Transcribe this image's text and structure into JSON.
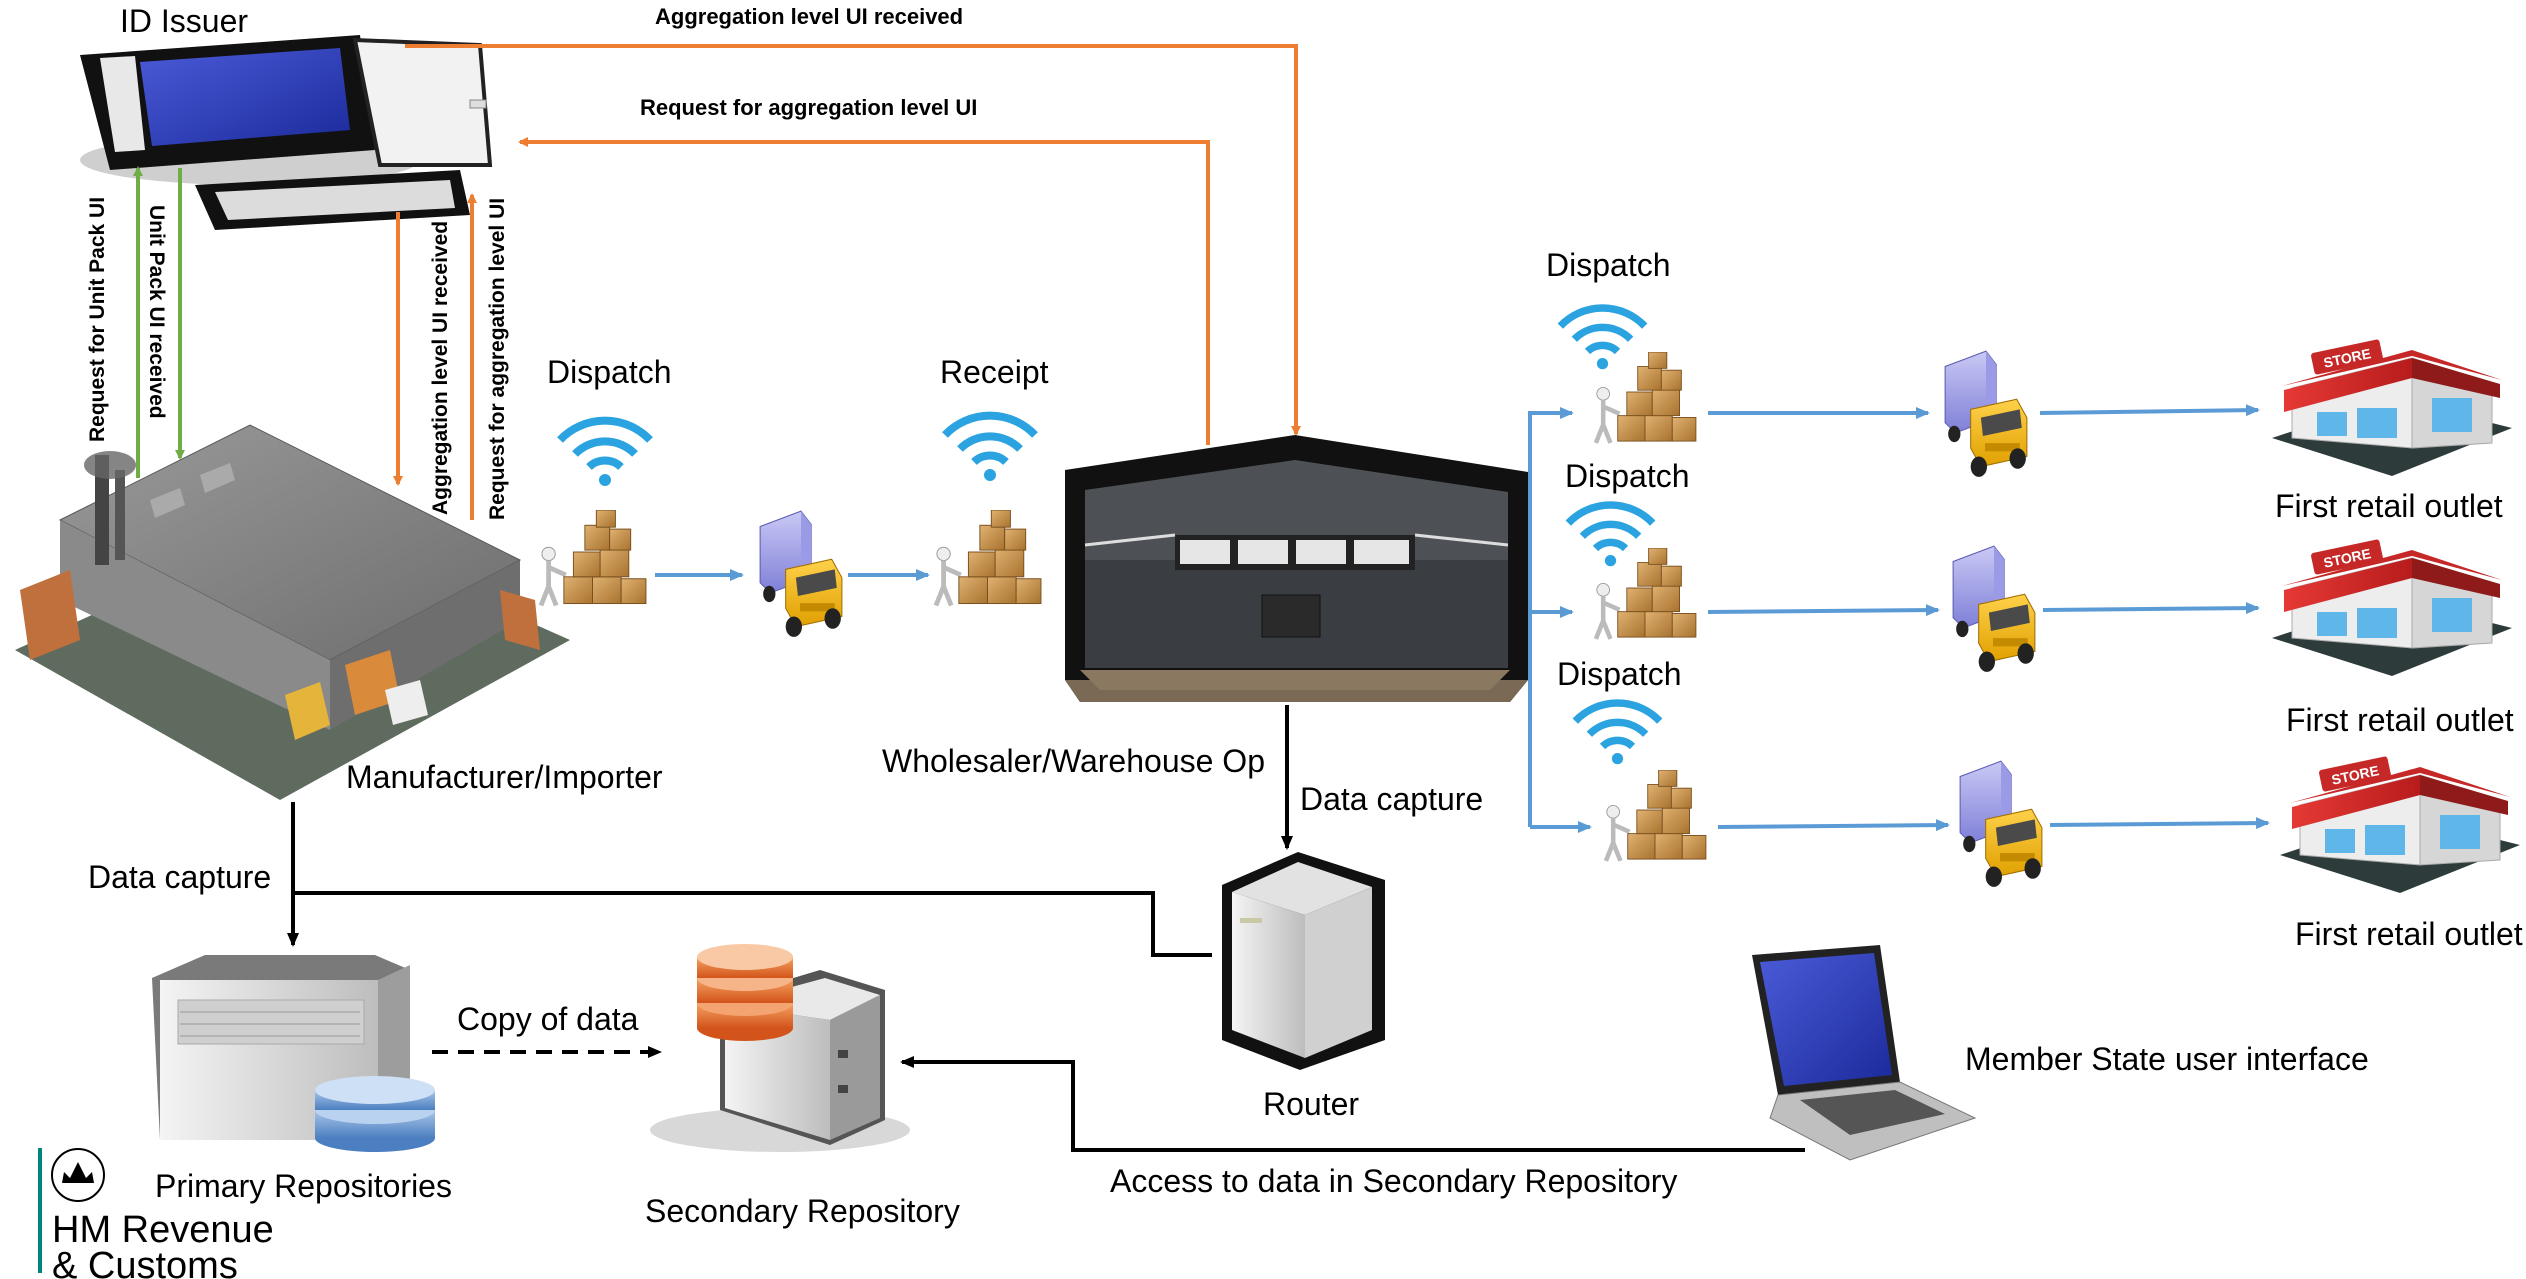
{
  "labels": {
    "id_issuer": "ID Issuer",
    "agg_received_top": "Aggregation level UI received",
    "agg_request_top": "Request for aggregation level UI",
    "req_unit_pack": "Request for Unit Pack UI",
    "unit_pack_received": "Unit Pack UI received",
    "agg_received_vert": "Aggregation level UI received",
    "agg_request_vert": "Request for aggregation level UI",
    "dispatch_1": "Dispatch",
    "receipt": "Receipt",
    "manufacturer": "Manufacturer/Importer",
    "wholesaler": "Wholesaler/Warehouse Op",
    "dispatch_2": "Dispatch",
    "dispatch_3": "Dispatch",
    "dispatch_4": "Dispatch",
    "retail_1": "First retail outlet",
    "retail_2": "First retail outlet",
    "retail_3": "First retail outlet",
    "data_capture_left": "Data capture",
    "data_capture_right": "Data capture",
    "router": "Router",
    "copy_of_data": "Copy of data",
    "primary_repos": "Primary Repositories",
    "secondary_repo": "Secondary Repository",
    "access_secondary": "Access to data in Secondary Repository",
    "member_state_ui": "Member State user interface",
    "hmrc_line1": "HM Revenue",
    "hmrc_line2": "& Customs"
  },
  "colors": {
    "orange_flow": "#ed7d31",
    "green_flow": "#70ad47",
    "blue_flow": "#5b9bd5",
    "data_flow": "#000000",
    "hmrc_teal": "#00857a"
  }
}
